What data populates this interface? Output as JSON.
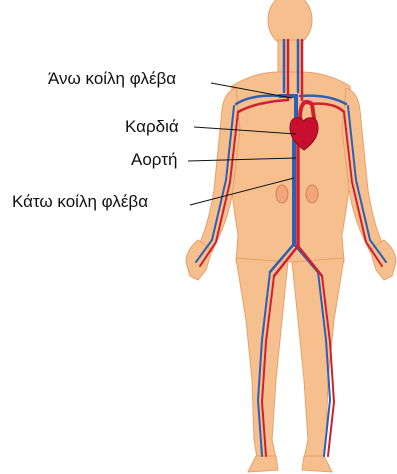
{
  "labels": {
    "superior_vena_cava": "Άνω κοίλη φλέβα",
    "heart": "Καρδιά",
    "aorta": "Αορτή",
    "inferior_vena_cava": "Κάτω κοίλη φλέβα"
  },
  "colors": {
    "skin": "#f6c08e",
    "skin_light": "#fad2ab",
    "skin_outline": "#e8a06a",
    "artery": "#d0202e",
    "vein": "#2f5fb3",
    "heart": "#c8102e",
    "leader_line": "#111111"
  }
}
